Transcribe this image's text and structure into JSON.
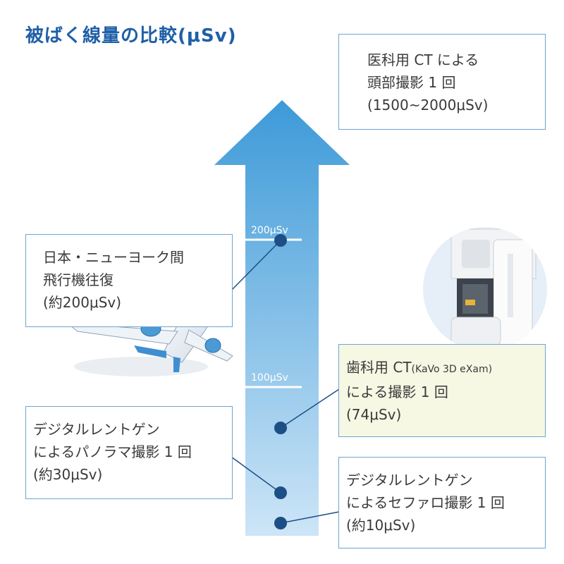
{
  "title": "被ばく線量の比較(μSv)",
  "scale_marks": [
    {
      "label": "200μSv"
    },
    {
      "label": "100μSv"
    }
  ],
  "boxes": {
    "medical_ct": {
      "lines": [
        "医科用 CT による",
        "頭部撮影 1 回",
        "(1500~2000μSv)"
      ]
    },
    "flight": {
      "lines": [
        "日本・ニューヨーク間",
        "飛行機往復",
        "(約200μSv)"
      ]
    },
    "dental_ct": {
      "line1_main": "歯科用 CT",
      "line1_small": "(KaVo 3D eXam)",
      "lines": [
        "による撮影 1 回",
        "(74μSv)"
      ]
    },
    "panorama": {
      "lines": [
        "デジタルレントゲン",
        "によるパノラマ撮影 1 回",
        "(約30μSv)"
      ]
    },
    "ceph": {
      "lines": [
        "デジタルレントゲン",
        "によるセファロ撮影 1 回",
        "(約10μSv)"
      ]
    }
  },
  "colors": {
    "arrow_top": "#3d9ad8",
    "arrow_bottom": "#cde5f7",
    "dot": "#1d4f86",
    "title": "#1f5fa8",
    "box_border": "#6fa4cf",
    "dental_box_bg": "#f6f8e4"
  },
  "icons": [
    "airplane-illustration",
    "ct-scanner-photo"
  ]
}
